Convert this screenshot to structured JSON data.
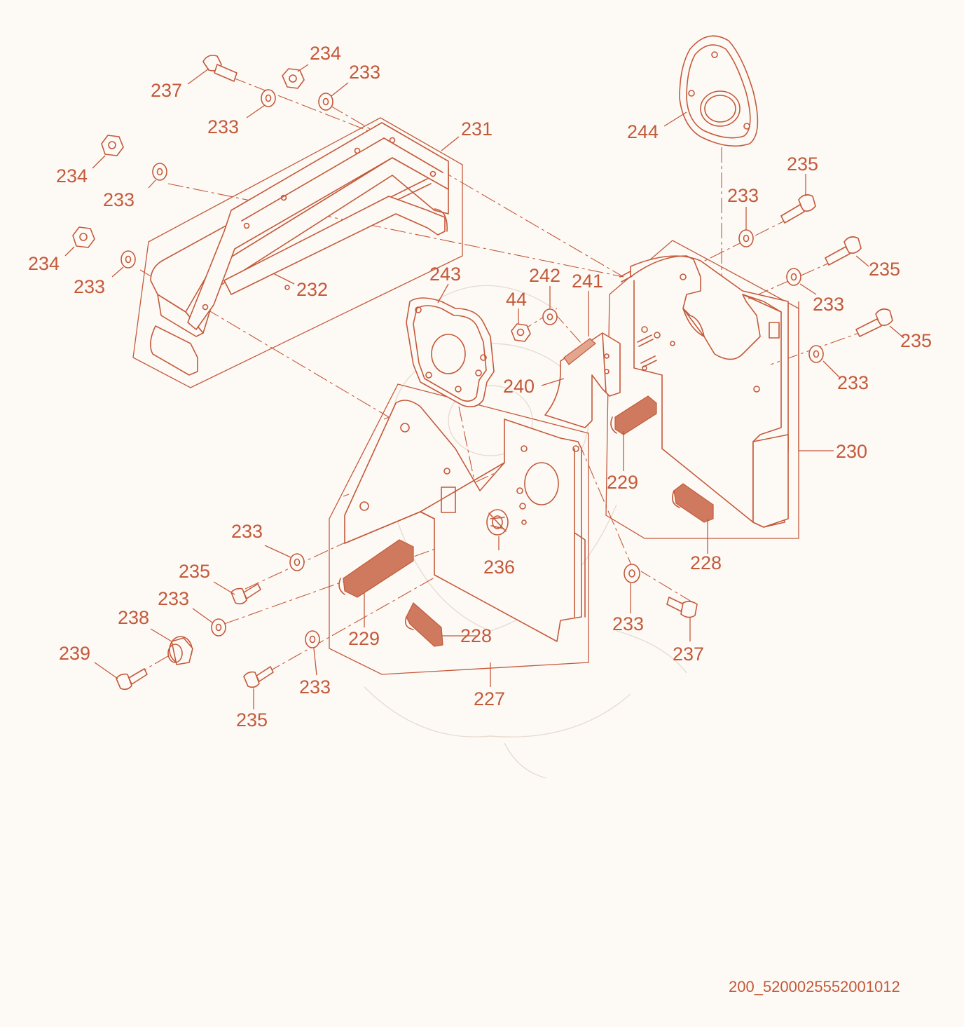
{
  "diagram": {
    "labels": [
      {
        "id": "l237a",
        "text": "237"
      },
      {
        "id": "l234a",
        "text": "234"
      },
      {
        "id": "l233a",
        "text": "233"
      },
      {
        "id": "l233b",
        "text": "233"
      },
      {
        "id": "l231",
        "text": "231"
      },
      {
        "id": "l244",
        "text": "244"
      },
      {
        "id": "l234b",
        "text": "234"
      },
      {
        "id": "l233c",
        "text": "233"
      },
      {
        "id": "l234c",
        "text": "234"
      },
      {
        "id": "l233d",
        "text": "233"
      },
      {
        "id": "l232",
        "text": "232"
      },
      {
        "id": "l243",
        "text": "243"
      },
      {
        "id": "l242",
        "text": "242"
      },
      {
        "id": "l241",
        "text": "241"
      },
      {
        "id": "l44",
        "text": "44"
      },
      {
        "id": "l235a",
        "text": "235"
      },
      {
        "id": "l233e",
        "text": "233"
      },
      {
        "id": "l235b",
        "text": "235"
      },
      {
        "id": "l233f",
        "text": "233"
      },
      {
        "id": "l235c",
        "text": "235"
      },
      {
        "id": "l233g",
        "text": "233"
      },
      {
        "id": "l240",
        "text": "240"
      },
      {
        "id": "l230",
        "text": "230"
      },
      {
        "id": "l229a",
        "text": "229"
      },
      {
        "id": "l228a",
        "text": "228"
      },
      {
        "id": "l233h",
        "text": "233"
      },
      {
        "id": "l235d",
        "text": "235"
      },
      {
        "id": "l236",
        "text": "236"
      },
      {
        "id": "l233i",
        "text": "233"
      },
      {
        "id": "l238",
        "text": "238"
      },
      {
        "id": "l229b",
        "text": "229"
      },
      {
        "id": "l228b",
        "text": "228"
      },
      {
        "id": "l239",
        "text": "239"
      },
      {
        "id": "l233j",
        "text": "233"
      },
      {
        "id": "l233k",
        "text": "233"
      },
      {
        "id": "l237b",
        "text": "237"
      },
      {
        "id": "l227",
        "text": "227"
      },
      {
        "id": "l235e",
        "text": "235"
      }
    ],
    "drawing_code": "200_5200025552001012"
  }
}
